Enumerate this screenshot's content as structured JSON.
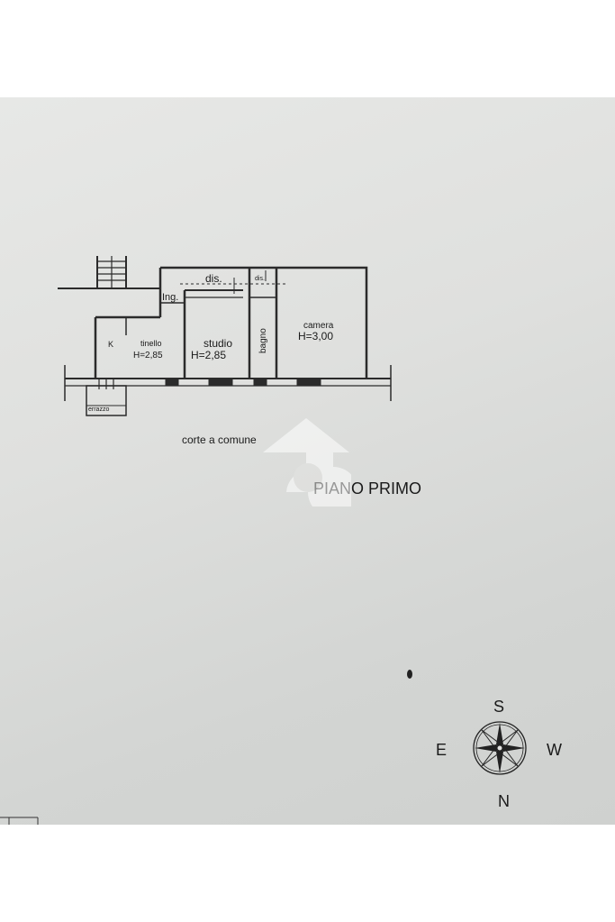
{
  "plan": {
    "title": "PIANO PRIMO",
    "courtyard_label": "corte a comune",
    "rooms": {
      "dis_main": "dis.",
      "dis_small": "dis.",
      "ingresso": "Ing.",
      "cucina": "K",
      "tinello_name": "tinello",
      "tinello_height": "H=2,85",
      "studio_name": "studio",
      "studio_height": "H=2,85",
      "bagno": "bagno",
      "camera_name": "camera",
      "camera_height": "H=3,00",
      "terrazzo": "errazzo"
    }
  },
  "compass": {
    "north": "N",
    "south": "S",
    "east": "E",
    "west": "W"
  },
  "watermark": {
    "color": "#ffffff"
  }
}
